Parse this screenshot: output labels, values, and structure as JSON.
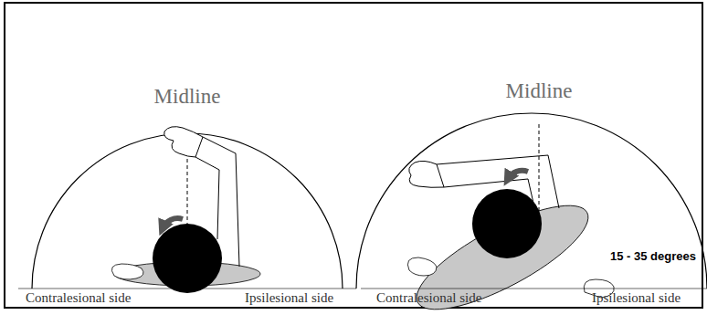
{
  "diagram": {
    "labels": [
      "Midline",
      "Contralesional side",
      "Ipsilesional side",
      "Midline",
      "Contralesional side",
      "Ipsilesional side",
      "15 - 35 degrees"
    ]
  }
}
